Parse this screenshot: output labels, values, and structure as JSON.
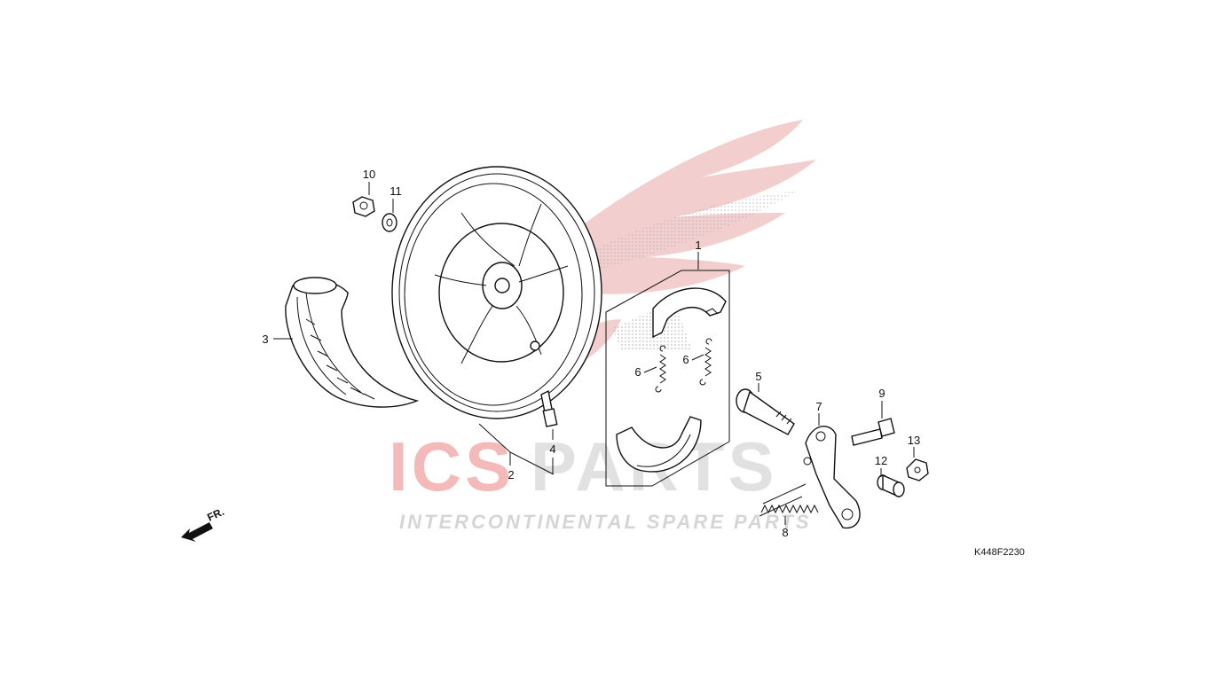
{
  "watermark": {
    "brand_left": "ICS",
    "brand_right": "PARTS",
    "tagline": "INTERCONTINENTAL SPARE PARTS",
    "brand_color": "#e23a3a",
    "wing_color": "#f2c6c6",
    "muted_color": "#d9d9d9"
  },
  "diagram_code": "K448F2230",
  "direction_label": "FR.",
  "callouts": {
    "c1": "1",
    "c2": "2",
    "c3": "3",
    "c4": "4",
    "c5": "5",
    "c6a": "6",
    "c6b": "6",
    "c7": "7",
    "c8": "8",
    "c9": "9",
    "c10": "10",
    "c11": "11",
    "c12": "12",
    "c13": "13"
  },
  "parts": {
    "p1": "brake-shoe-set",
    "p2": "rear-wheel",
    "p3": "tire",
    "p4": "valve",
    "p5": "cam-shaft",
    "p6": "shoe-spring",
    "p7": "brake-arm",
    "p8": "return-spring",
    "p9": "bolt",
    "p10": "axle-nut",
    "p11": "washer",
    "p12": "collar",
    "p13": "nut"
  }
}
